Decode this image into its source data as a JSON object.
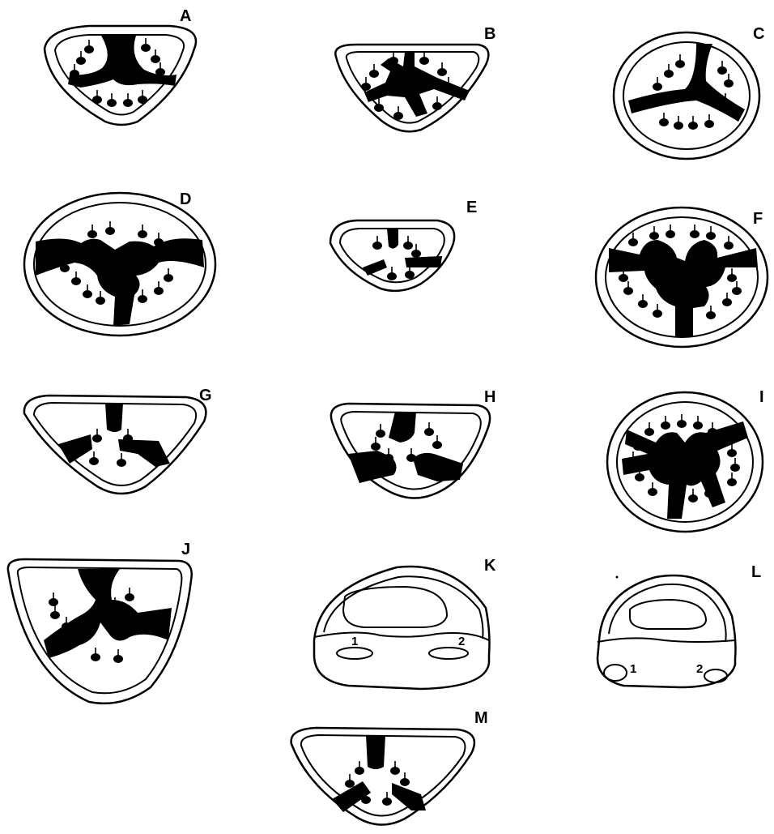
{
  "panels": [
    {
      "id": "A",
      "label": "A"
    },
    {
      "id": "B",
      "label": "B"
    },
    {
      "id": "C",
      "label": "C"
    },
    {
      "id": "D",
      "label": "D"
    },
    {
      "id": "E",
      "label": "E"
    },
    {
      "id": "F",
      "label": "F"
    },
    {
      "id": "G",
      "label": "G"
    },
    {
      "id": "H",
      "label": "H"
    },
    {
      "id": "I",
      "label": "I"
    },
    {
      "id": "J",
      "label": "J"
    },
    {
      "id": "K",
      "label": "K",
      "numbers": [
        "1",
        "2"
      ]
    },
    {
      "id": "L",
      "label": "L",
      "numbers": [
        "1",
        "2"
      ]
    },
    {
      "id": "M",
      "label": "M"
    }
  ],
  "colors": {
    "ink": "#000000",
    "paper": "#ffffff"
  }
}
